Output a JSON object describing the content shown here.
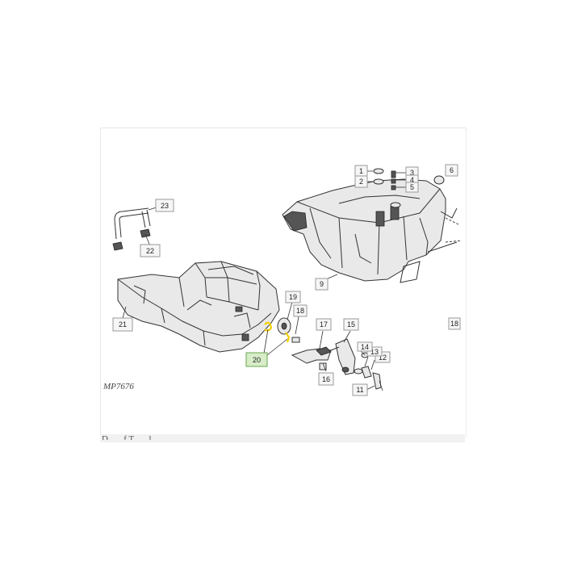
{
  "diagram": {
    "figure_id": "MP7676",
    "partial_caption": "D...  ...f T...  ...l",
    "callouts": [
      {
        "id": "c1",
        "label": "1"
      },
      {
        "id": "c2",
        "label": "2"
      },
      {
        "id": "c3",
        "label": "3"
      },
      {
        "id": "c4",
        "label": "4"
      },
      {
        "id": "c5",
        "label": "5"
      },
      {
        "id": "c6",
        "label": "6"
      },
      {
        "id": "c9",
        "label": "9"
      },
      {
        "id": "c11",
        "label": "11"
      },
      {
        "id": "c12",
        "label": "12"
      },
      {
        "id": "c13",
        "label": "13"
      },
      {
        "id": "c14",
        "label": "14"
      },
      {
        "id": "c15",
        "label": "15"
      },
      {
        "id": "c16",
        "label": "16"
      },
      {
        "id": "c17",
        "label": "17"
      },
      {
        "id": "c18",
        "label": "18"
      },
      {
        "id": "c18b",
        "label": "18"
      },
      {
        "id": "c19",
        "label": "19"
      },
      {
        "id": "c20",
        "label": "20"
      },
      {
        "id": "c21",
        "label": "21"
      },
      {
        "id": "c22",
        "label": "22"
      },
      {
        "id": "c23",
        "label": "23"
      }
    ],
    "colors": {
      "highlight": "#f5d000",
      "selected_box_fill": "#d7ecc8",
      "selected_box_border": "#6aa84f",
      "box_fill": "#f6f6f6"
    }
  }
}
